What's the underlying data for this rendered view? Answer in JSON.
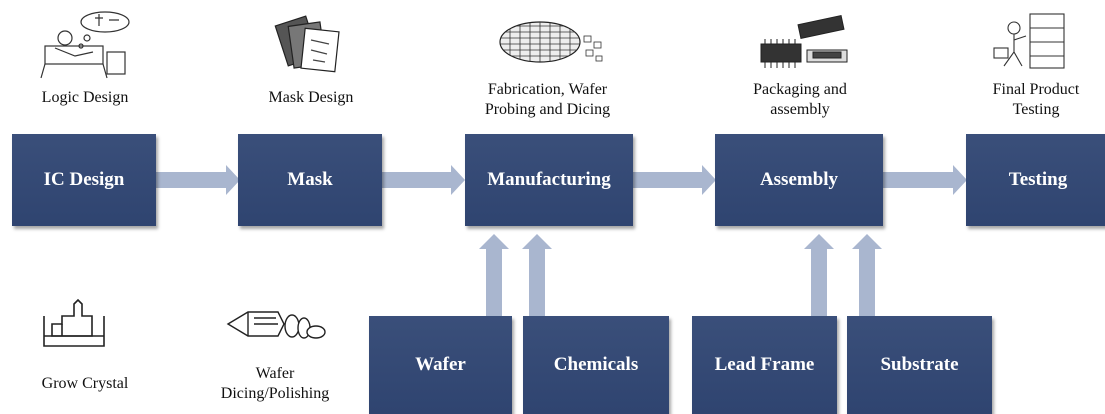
{
  "colors": {
    "box_fill": "#33487a",
    "arrow_fill": "#a9b6cf",
    "text_box": "#ffffff",
    "text_caption": "#111111"
  },
  "main_flow": [
    {
      "label": "IC Design"
    },
    {
      "label": "Mask"
    },
    {
      "label": "Manufacturing"
    },
    {
      "label": "Assembly"
    },
    {
      "label": "Testing"
    }
  ],
  "inputs": [
    {
      "label": "Wafer"
    },
    {
      "label": "Chemicals"
    },
    {
      "label": "Lead Frame"
    },
    {
      "label": "Substrate"
    }
  ],
  "captions": {
    "logic_design": "Logic Design",
    "mask_design": "Mask Design",
    "fabrication_line1": "Fabrication, Wafer",
    "fabrication_line2": "Probing and Dicing",
    "packaging_line1": "Packaging and",
    "packaging_line2": "assembly",
    "final_line1": "Final Product",
    "final_line2": "Testing",
    "grow_crystal": "Grow Crystal",
    "wafer_line1": "Wafer",
    "wafer_line2": "Dicing/Polishing"
  },
  "illustrations": [
    {
      "icon": "logic-design-sketch-icon"
    },
    {
      "icon": "mask-sheets-icon"
    },
    {
      "icon": "wafer-grid-icon"
    },
    {
      "icon": "ic-chip-package-icon"
    },
    {
      "icon": "testing-station-icon"
    },
    {
      "icon": "crystal-growth-icon"
    },
    {
      "icon": "wafer-dicing-icon"
    }
  ]
}
